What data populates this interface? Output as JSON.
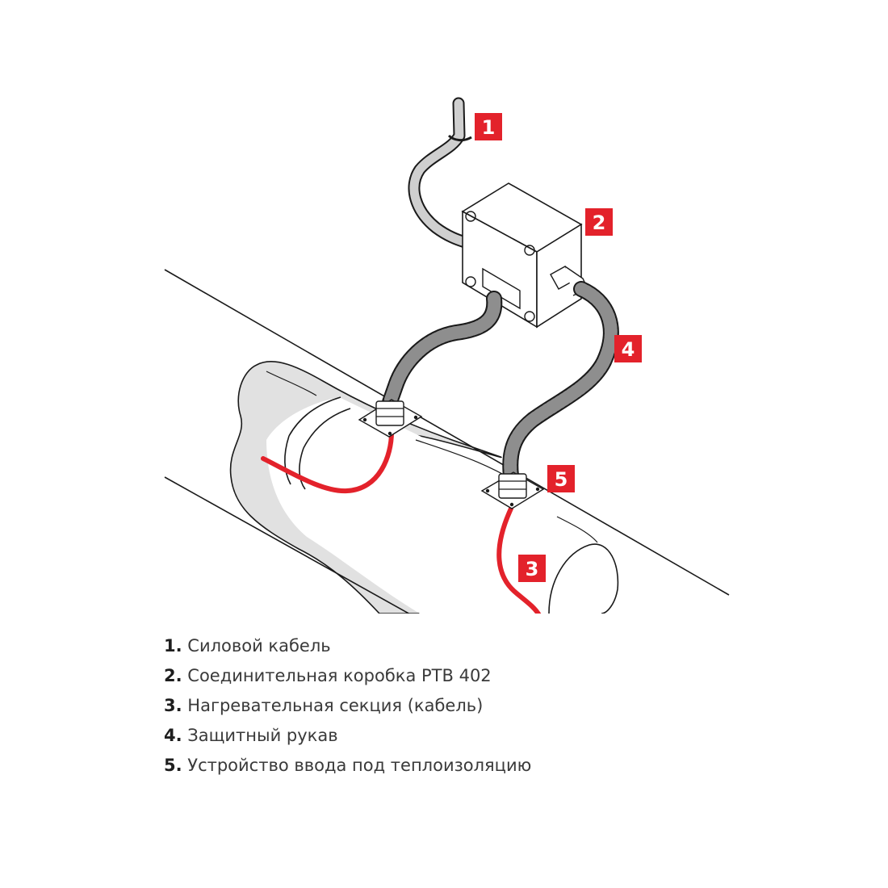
{
  "colors": {
    "accent": "#e3222b",
    "heating_cable": "#e3222b",
    "line": "#1a1a1a",
    "insulation_fill": "#e1e1e1",
    "conduit": "#8e8e8e",
    "text": "#3a3a3a"
  },
  "callouts": [
    {
      "number": "1"
    },
    {
      "number": "2"
    },
    {
      "number": "3"
    },
    {
      "number": "4"
    },
    {
      "number": "5"
    }
  ],
  "legend": [
    {
      "number": "1.",
      "text": "Силовой кабель"
    },
    {
      "number": "2.",
      "text": "Соединительная коробка PTB 402"
    },
    {
      "number": "3.",
      "text": "Нагревательная секция (кабель)"
    },
    {
      "number": "4.",
      "text": "Защитный рукав"
    },
    {
      "number": "5.",
      "text": "Устройство ввода под теплоизоляцию"
    }
  ]
}
